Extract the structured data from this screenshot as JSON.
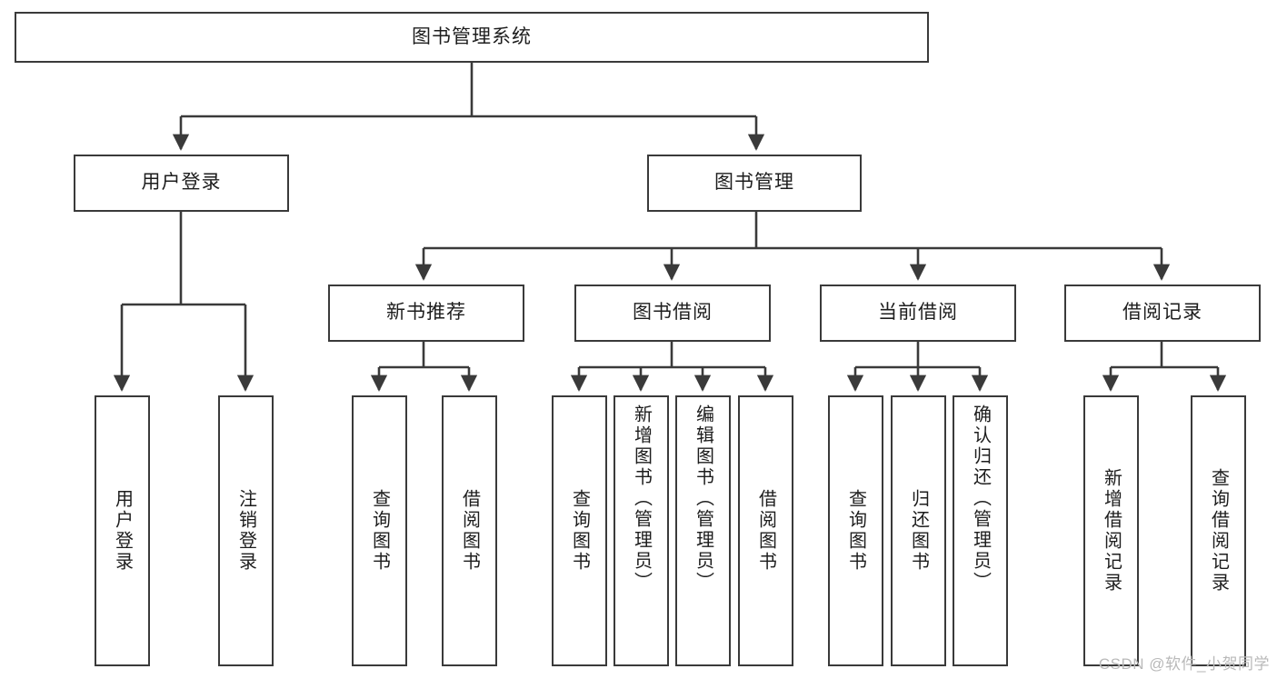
{
  "diagram": {
    "title": "图书管理系统",
    "type": "tree-hierarchy-chart",
    "colors": {
      "box_border": "#3a3a3a",
      "box_fill": "#ffffff",
      "edge": "#3a3a3a",
      "text": "#1d1d1d",
      "watermark": "#b9b9b9"
    },
    "root": {
      "id": "root",
      "label": "图书管理系统"
    },
    "level2": [
      {
        "id": "user-login",
        "label": "用户登录"
      },
      {
        "id": "book-manage",
        "label": "图书管理"
      }
    ],
    "level3": [
      {
        "id": "new-book-recommend",
        "label": "新书推荐",
        "parent": "book-manage"
      },
      {
        "id": "book-borrow",
        "label": "图书借阅",
        "parent": "book-manage"
      },
      {
        "id": "current-borrow",
        "label": "当前借阅",
        "parent": "book-manage"
      },
      {
        "id": "borrow-record",
        "label": "借阅记录",
        "parent": "book-manage"
      }
    ],
    "leaves": [
      {
        "id": "leaf-user-login",
        "label": "用户登录",
        "parent": "user-login"
      },
      {
        "id": "leaf-user-logout",
        "label": "注销登录",
        "parent": "user-login"
      },
      {
        "id": "leaf-query-book-1",
        "label": "查询图书",
        "parent": "new-book-recommend"
      },
      {
        "id": "leaf-borrow-book-1",
        "label": "借阅图书",
        "parent": "new-book-recommend"
      },
      {
        "id": "leaf-query-book-2",
        "label": "查询图书",
        "parent": "book-borrow"
      },
      {
        "id": "leaf-add-book",
        "label": "新增图书（管理员）",
        "parent": "book-borrow"
      },
      {
        "id": "leaf-edit-book",
        "label": "编辑图书（管理员）",
        "parent": "book-borrow"
      },
      {
        "id": "leaf-borrow-book-2",
        "label": "借阅图书",
        "parent": "book-borrow"
      },
      {
        "id": "leaf-query-book-3",
        "label": "查询图书",
        "parent": "current-borrow"
      },
      {
        "id": "leaf-return-book",
        "label": "归还图书",
        "parent": "current-borrow"
      },
      {
        "id": "leaf-confirm-return",
        "label": "确认归还（管理员）",
        "parent": "current-borrow"
      },
      {
        "id": "leaf-add-record",
        "label": "新增借阅记录",
        "parent": "borrow-record"
      },
      {
        "id": "leaf-query-record",
        "label": "查询借阅记录",
        "parent": "borrow-record"
      }
    ],
    "watermark": "CSDN @软件_小贺同学"
  }
}
